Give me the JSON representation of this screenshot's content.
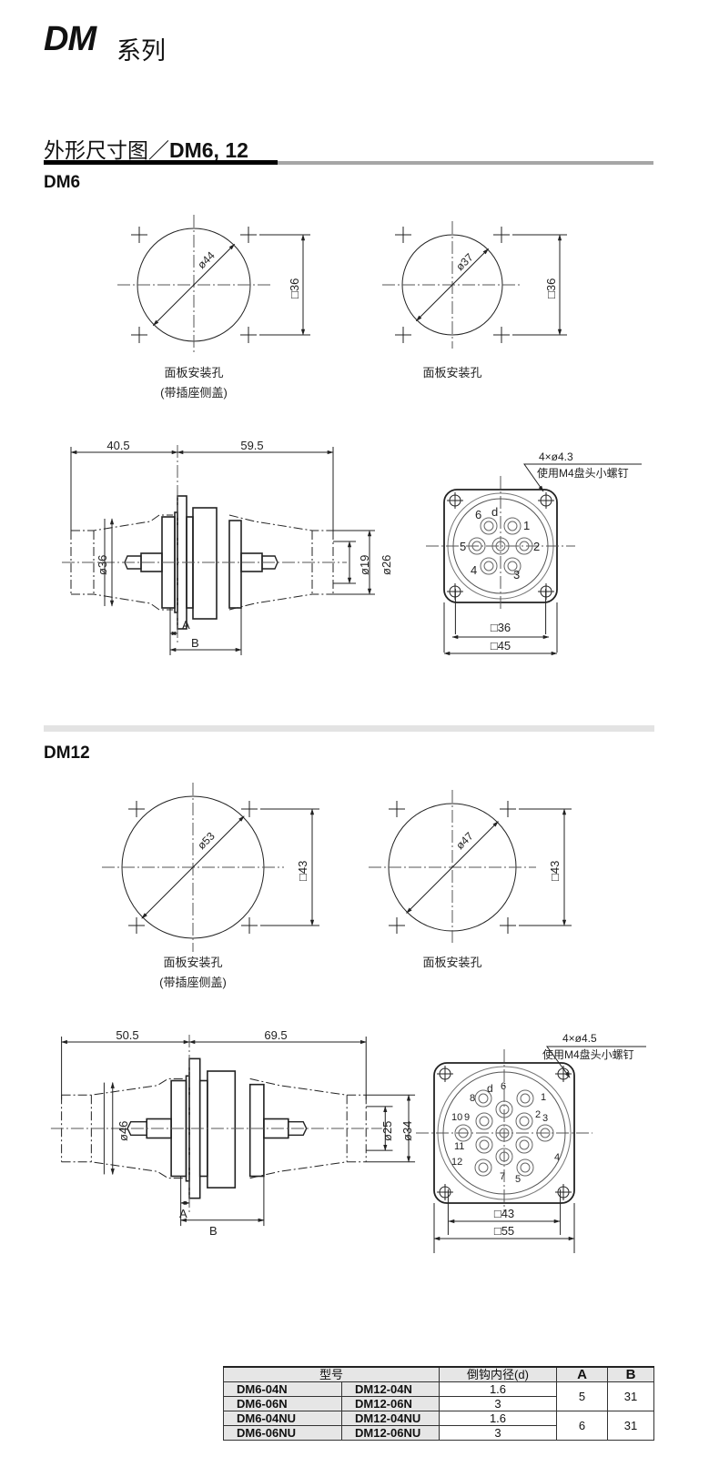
{
  "header": {
    "series": "DM",
    "series_suffix": "系列"
  },
  "section": {
    "title_cn": "外形尺寸图／",
    "title_models": "DM6, 12"
  },
  "dm6": {
    "label": "DM6",
    "hole1": {
      "dia": "ø44",
      "square": "□36",
      "caption1": "面板安装孔",
      "caption2": "(带插座侧盖)"
    },
    "hole2": {
      "dia": "ø37",
      "square": "□36",
      "caption1": "面板安装孔"
    },
    "side": {
      "left_len": "40.5",
      "right_len": "59.5",
      "dia_left": "ø36",
      "dia_inner": "ø19",
      "dia_outer": "ø26",
      "a": "A",
      "b": "B"
    },
    "face": {
      "holes": "4×ø4.3",
      "screw": "使用M4盘头小螺钉",
      "d": "d",
      "pins": [
        "1",
        "2",
        "3",
        "4",
        "5",
        "6"
      ],
      "inner": "□36",
      "outer": "□45"
    }
  },
  "dm12": {
    "label": "DM12",
    "hole1": {
      "dia": "ø53",
      "square": "□43",
      "caption1": "面板安装孔",
      "caption2": "(带插座侧盖)"
    },
    "hole2": {
      "dia": "ø47",
      "square": "□43",
      "caption1": "面板安装孔"
    },
    "side": {
      "left_len": "50.5",
      "right_len": "69.5",
      "dia_left": "ø46",
      "dia_inner": "ø25",
      "dia_outer": "ø34",
      "a": "A",
      "b": "B"
    },
    "face": {
      "holes": "4×ø4.5",
      "screw": "使用M4盘头小螺钉",
      "d": "d",
      "pins": [
        "1",
        "2",
        "3",
        "4",
        "5",
        "6",
        "7",
        "8",
        "9",
        "10",
        "11",
        "12"
      ],
      "inner": "□43",
      "outer": "□55"
    }
  },
  "table": {
    "headers": [
      "型号",
      "倒钩内径(d)",
      "A",
      "B"
    ],
    "rows": [
      {
        "dm6": "DM6-04N",
        "dm12": "DM12-04N",
        "d": "1.6"
      },
      {
        "dm6": "DM6-06N",
        "dm12": "DM12-06N",
        "d": "3"
      },
      {
        "dm6": "DM6-04NU",
        "dm12": "DM12-04NU",
        "d": "1.6"
      },
      {
        "dm6": "DM6-06NU",
        "dm12": "DM12-06NU",
        "d": "3"
      }
    ],
    "groups": [
      {
        "a": "5",
        "b": "31"
      },
      {
        "a": "6",
        "b": "31"
      }
    ]
  }
}
